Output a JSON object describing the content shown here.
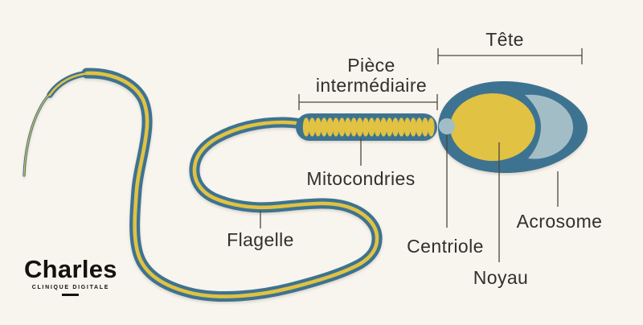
{
  "diagram": {
    "title_context": "sperm-cell-anatomy",
    "labels": {
      "tete": "Tête",
      "piece_intermediaire_line1": "Pièce",
      "piece_intermediaire_line2": "intermédiaire",
      "mitocondries": "Mitocondries",
      "flagelle": "Flagelle",
      "centriole": "Centriole",
      "noyau": "Noyau",
      "acrosome": "Acrosome"
    },
    "mitochondria_count": 22,
    "palette": {
      "bg": "#f8f4ee",
      "body_blue": "#3d7391",
      "nucleus_yellow": "#e1c242",
      "acrosome_blue": "#a3bdc7",
      "line_color": "#4a4741",
      "label_text": "#32302c",
      "logo_black": "#14120f"
    }
  },
  "logo": {
    "brand": "Charles",
    "tagline": "CLINIQUE DIGITALE"
  }
}
